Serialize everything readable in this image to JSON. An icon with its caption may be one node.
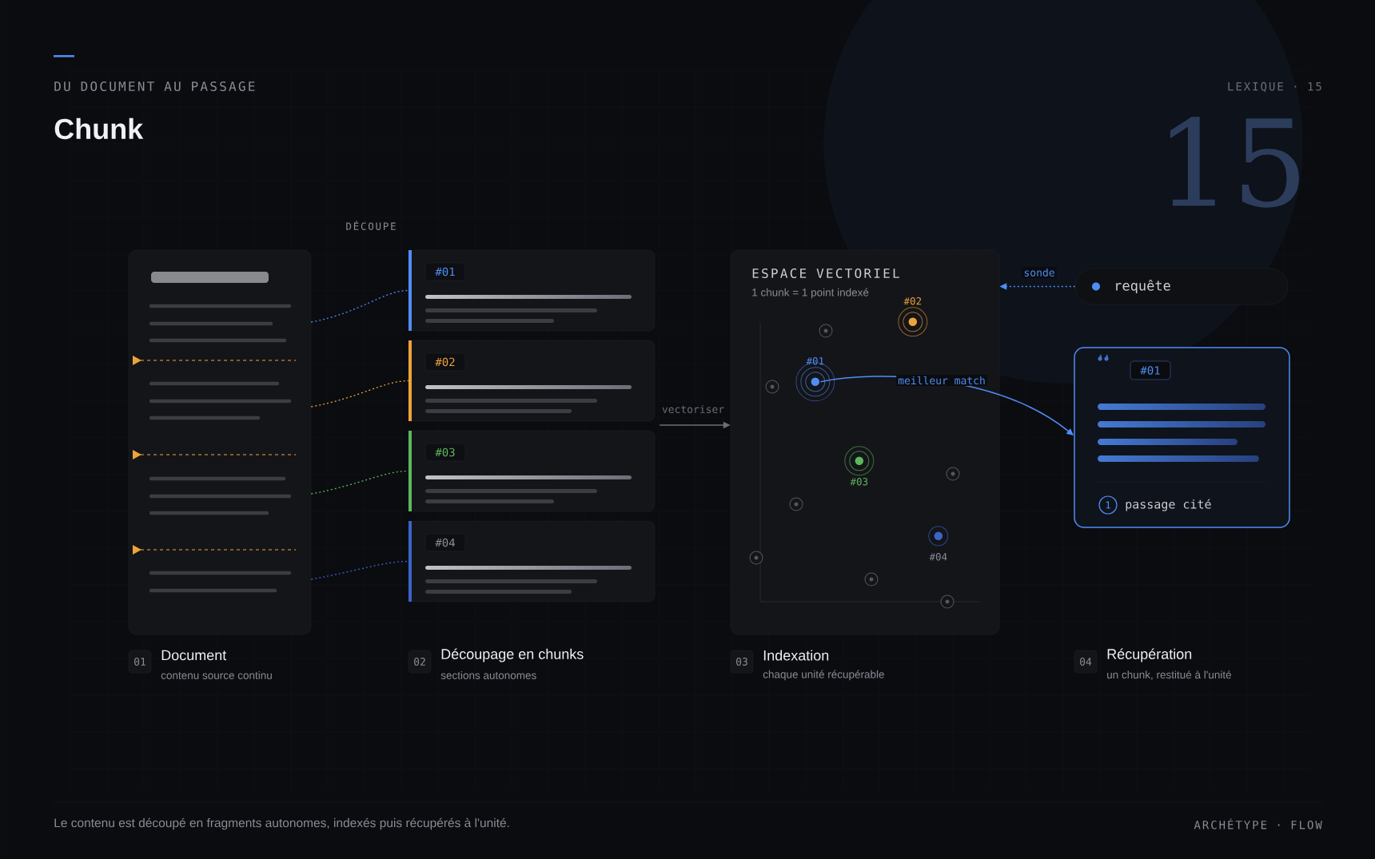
{
  "diagram": {
    "title": "Chunk",
    "caption": "Le contenu est découpé en fragments autonomes, indexés puis récupérés à l'unité.",
    "nodes": [
      {
        "text": [],
        "shape": "box",
        "beside": [
          "01",
          "Document",
          "contenu source continu"
        ]
      },
      {
        "text": [
          "#01"
        ]
      },
      {
        "text": [
          "#02"
        ]
      },
      {
        "text": [
          "#03"
        ]
      },
      {
        "text": [
          "#04"
        ]
      },
      {
        "text": [
          "ESPACE VECTORIEL",
          "1 chunk = 1 point indexé"
        ],
        "beside": [
          "03",
          "Indexation",
          "chaque unité récupérable"
        ]
      },
      {
        "text": [
          "#01"
        ],
        "in": 5
      },
      {
        "text": [
          "#02"
        ],
        "in": 5
      },
      {
        "text": [
          "#03"
        ],
        "in": 5
      },
      {
        "text": [
          "#04"
        ],
        "in": 5
      },
      {
        "text": [
          "requête"
        ]
      },
      {
        "text": [
          "#01",
          "1",
          "passage cité"
        ],
        "beside": [
          "04",
          "Récupération",
          "un chunk, restitué à l'unité"
        ]
      }
    ],
    "edges": [
      {
        "from": 0,
        "to": 1,
        "arrow": "none",
        "style": "dashed",
        "color": "#4f8ef7"
      },
      {
        "from": 0,
        "to": 2,
        "arrow": "none",
        "style": "dashed",
        "color": "#f0a33a"
      },
      {
        "from": 0,
        "to": 3,
        "arrow": "none",
        "style": "dashed",
        "color": "#5cb85c"
      },
      {
        "from": 0,
        "to": 4,
        "arrow": "none",
        "style": "dashed",
        "color": "#3a64c8"
      },
      {
        "from": 2,
        "to": 5,
        "arrow": "to",
        "color": "#6b6e78",
        "label": "vectoriser"
      },
      {
        "from": 10,
        "to": 5,
        "arrow": "to",
        "style": "dashed",
        "color": "#4f8ef7",
        "label": "sonde"
      },
      {
        "from": 6,
        "to": 11,
        "arrow": "to",
        "color": "#4f8ef7",
        "label": "meilleur match"
      }
    ],
    "labels": [
      "DU DOCUMENT AU PASSAGE",
      "LEXIQUE · 15",
      "15",
      "DÉCOUPE",
      "02",
      "Découpage en chunks",
      "sections autonomes",
      "ARCHÉTYPE · FLOW"
    ]
  }
}
